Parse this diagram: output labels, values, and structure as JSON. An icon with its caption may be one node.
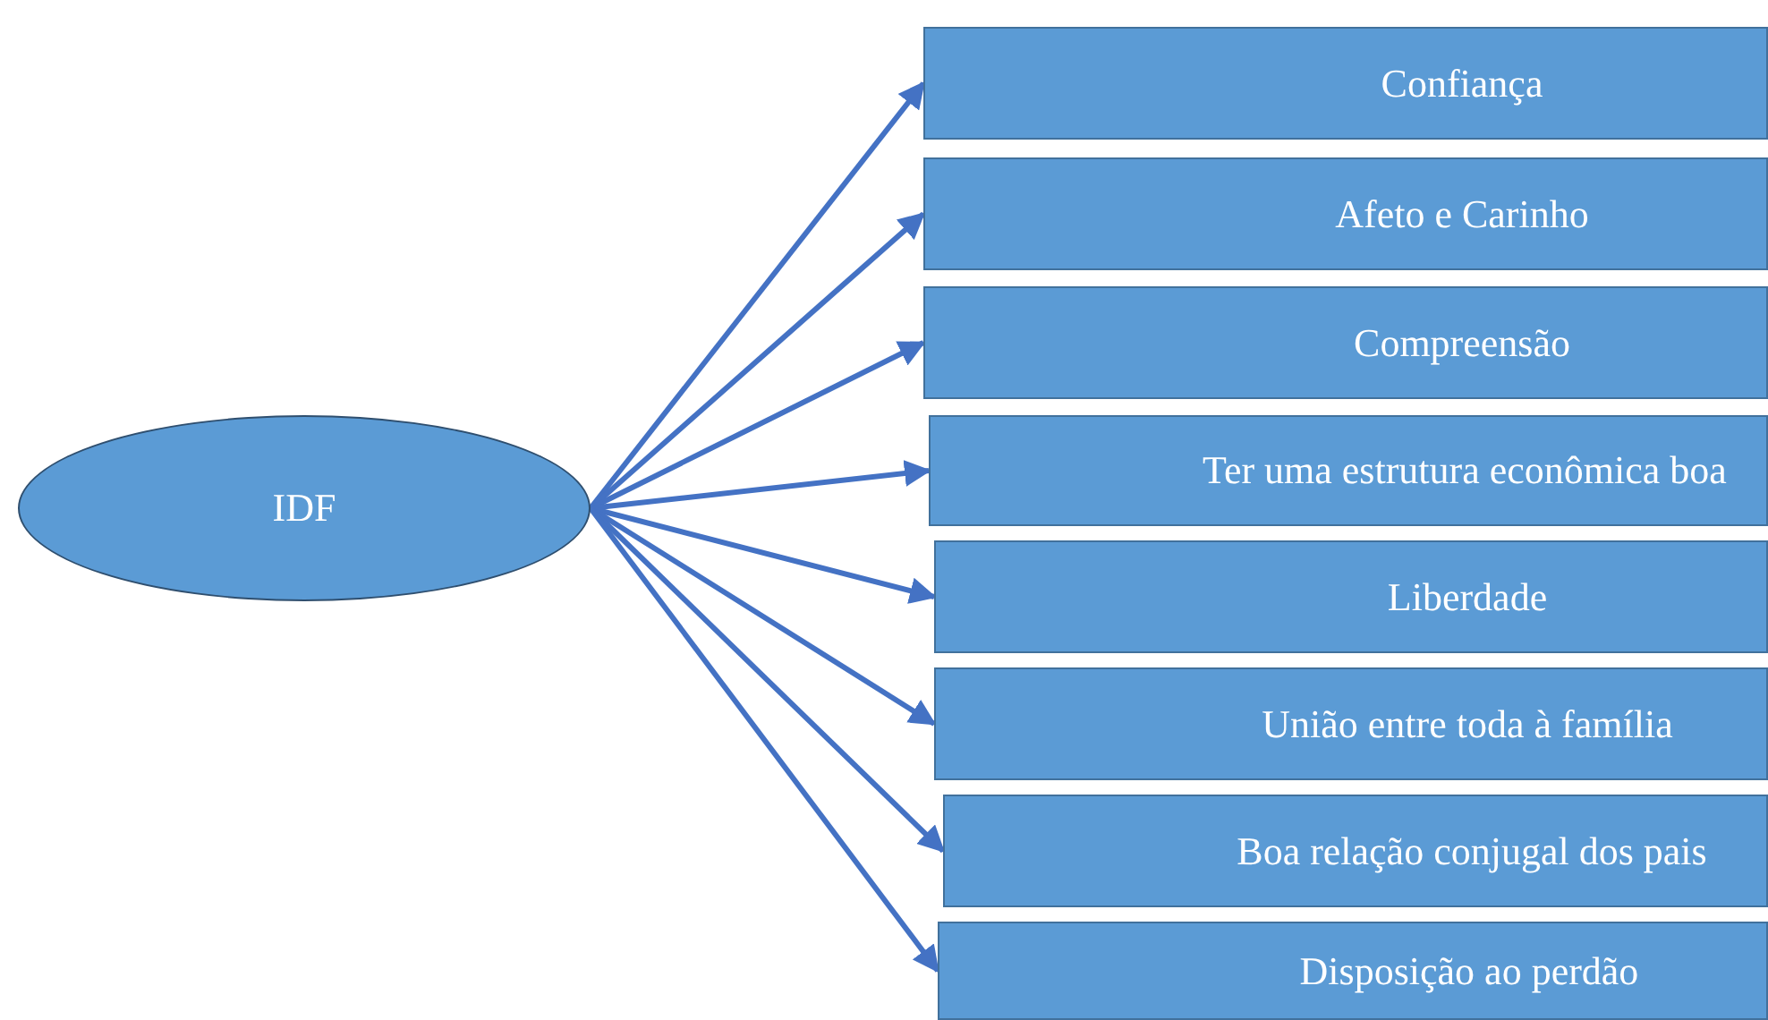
{
  "diagram": {
    "nodes": [
      {
        "text": [
          "IDF"
        ]
      },
      {
        "text": [
          "Confiança"
        ]
      },
      {
        "text": [
          "Afeto e Carinho"
        ]
      },
      {
        "text": [
          "Compreensão"
        ]
      },
      {
        "text": [
          "Ter uma estrutura econômica boa"
        ]
      },
      {
        "text": [
          "Liberdade"
        ]
      },
      {
        "text": [
          "União entre toda à família"
        ]
      },
      {
        "text": [
          "Boa relação conjugal dos pais"
        ]
      },
      {
        "text": [
          "Disposição ao perdão"
        ]
      }
    ],
    "edges": [
      {
        "from": 0,
        "to": 1,
        "arrow": "to"
      },
      {
        "from": 0,
        "to": 2,
        "arrow": "to"
      },
      {
        "from": 0,
        "to": 3,
        "arrow": "to"
      },
      {
        "from": 0,
        "to": 4,
        "arrow": "to"
      },
      {
        "from": 0,
        "to": 5,
        "arrow": "to"
      },
      {
        "from": 0,
        "to": 6,
        "arrow": "to"
      },
      {
        "from": 0,
        "to": 7,
        "arrow": "to"
      },
      {
        "from": 0,
        "to": 8,
        "arrow": "to"
      }
    ]
  }
}
